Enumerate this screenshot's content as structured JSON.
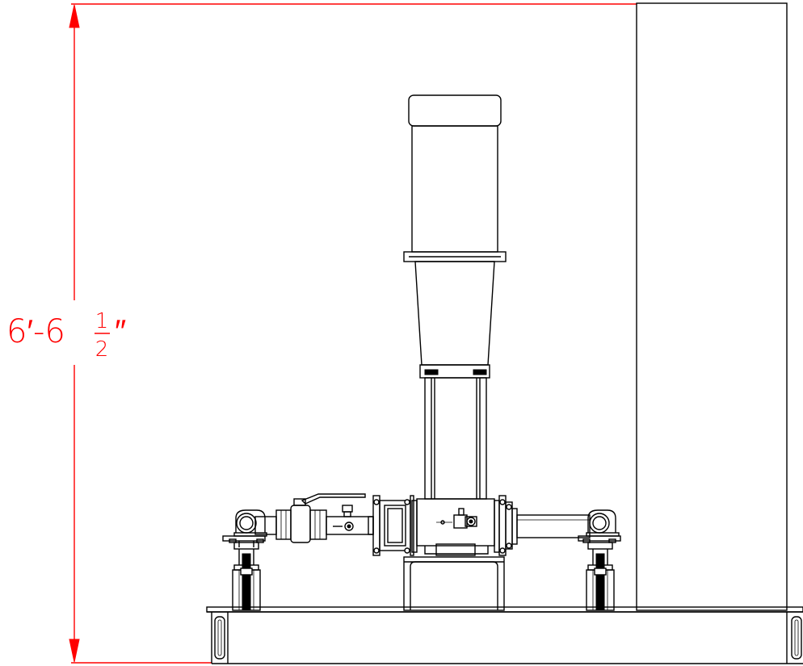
{
  "dimension": {
    "whole": "6′-6",
    "fraction_numerator": "1",
    "fraction_denominator": "2",
    "inch_mark": "″",
    "color": "#ff0000"
  },
  "colors": {
    "linework": "#000000",
    "background": "#ffffff"
  }
}
